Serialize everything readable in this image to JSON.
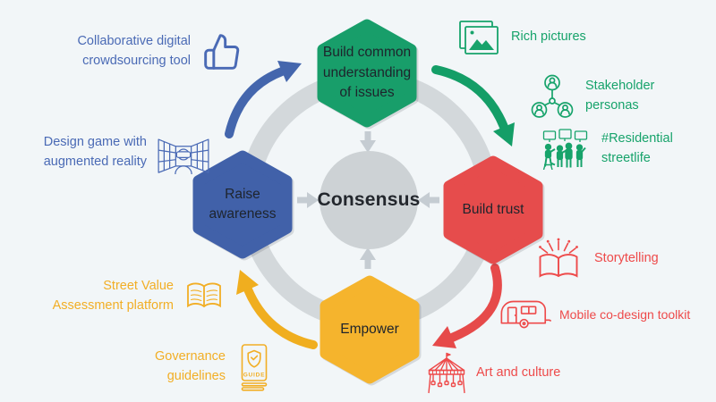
{
  "center": {
    "label": "Consensus"
  },
  "nodes": [
    {
      "id": "build-common-understanding",
      "label": "Build common\nunderstanding\nof issues",
      "color": "#189E6A"
    },
    {
      "id": "build-trust",
      "label": "Build trust",
      "color": "#E64C4C"
    },
    {
      "id": "empower",
      "label": "Empower",
      "color": "#F5B42D"
    },
    {
      "id": "raise-awareness",
      "label": "Raise\nawareness",
      "color": "#4161A9"
    }
  ],
  "annotations": [
    {
      "label": "Collaborative digital\ncrowdsourcing tool",
      "icon": "thumbs-up-icon",
      "color": "#4A6AB5"
    },
    {
      "label": "Design game with\naugmented reality",
      "icon": "ar-headset-icon",
      "color": "#4A6AB5"
    },
    {
      "label": "Rich pictures",
      "icon": "rich-pictures-icon",
      "color": "#17A36B"
    },
    {
      "label": "Stakeholder\npersonas",
      "icon": "stakeholder-personas-icon",
      "color": "#17A36B"
    },
    {
      "label": "#Residential\nstreetlife",
      "icon": "streetlife-people-icon",
      "color": "#17A36B"
    },
    {
      "label": "Storytelling",
      "icon": "storytelling-book-icon",
      "color": "#EE4A4A"
    },
    {
      "label": "Mobile co-design toolkit",
      "icon": "caravan-icon",
      "color": "#EE4A4A"
    },
    {
      "label": "Art and culture",
      "icon": "carousel-icon",
      "color": "#EE4A4A"
    },
    {
      "label": "Street Value\nAssessment platform",
      "icon": "open-book-icon",
      "color": "#F2AE25"
    },
    {
      "label": "Governance\nguidelines",
      "icon": "guide-book-icon",
      "color": "#F2AE25",
      "icon_text": "GUIDE"
    }
  ],
  "palette": {
    "background": "#F2F6F8",
    "ring_gray": "#D3D8DB",
    "center_circle_gray": "#CDD2D5",
    "small_arrow_gray": "#C5CCD2",
    "arrow_blue": "#4466AD",
    "arrow_green": "#149E67",
    "arrow_red": "#E64A4A",
    "arrow_yellow": "#F0AE1F",
    "node_text": "#1E242C"
  }
}
